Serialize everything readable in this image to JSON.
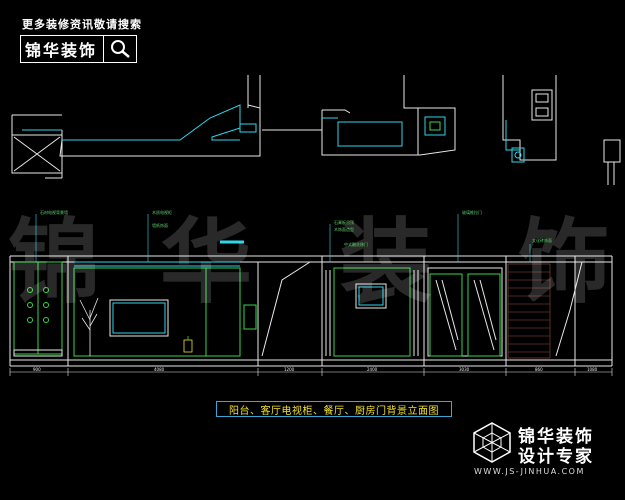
{
  "header": {
    "promo_text": "更多装修资讯敬请搜索",
    "brand_name": "锦华装饰"
  },
  "drawing": {
    "title": "阳台、客厅电视柜、餐厅、厨房门背景立面图"
  },
  "watermark": {
    "large_chars": [
      "锦",
      "华",
      "装",
      "饰"
    ],
    "company": "锦华装饰",
    "slogan": "设计专家",
    "url": "WWW.JS-JINHUA.COM"
  },
  "annotations": [
    {
      "id": "a1",
      "text": "石材电视背景墙"
    },
    {
      "id": "a2",
      "text": "木质电视柜"
    },
    {
      "id": "a3",
      "text": "墙纸饰面"
    },
    {
      "id": "a4",
      "text": "石膏板吊顶"
    },
    {
      "id": "a5",
      "text": "木饰面造型"
    },
    {
      "id": "a6",
      "text": "中式雕花移门"
    },
    {
      "id": "a7",
      "text": "玻璃推拉门"
    },
    {
      "id": "a8",
      "text": "文化砖饰面"
    }
  ],
  "dimensions": [
    "900",
    "4080",
    "1200",
    "2400",
    "3030",
    "860",
    "1080"
  ],
  "colors": {
    "background": "#000000",
    "line_cyan": "#2fd6e8",
    "line_green": "#39d44a",
    "line_white": "#e8e8e8",
    "title_yellow": "#f2e02a"
  }
}
